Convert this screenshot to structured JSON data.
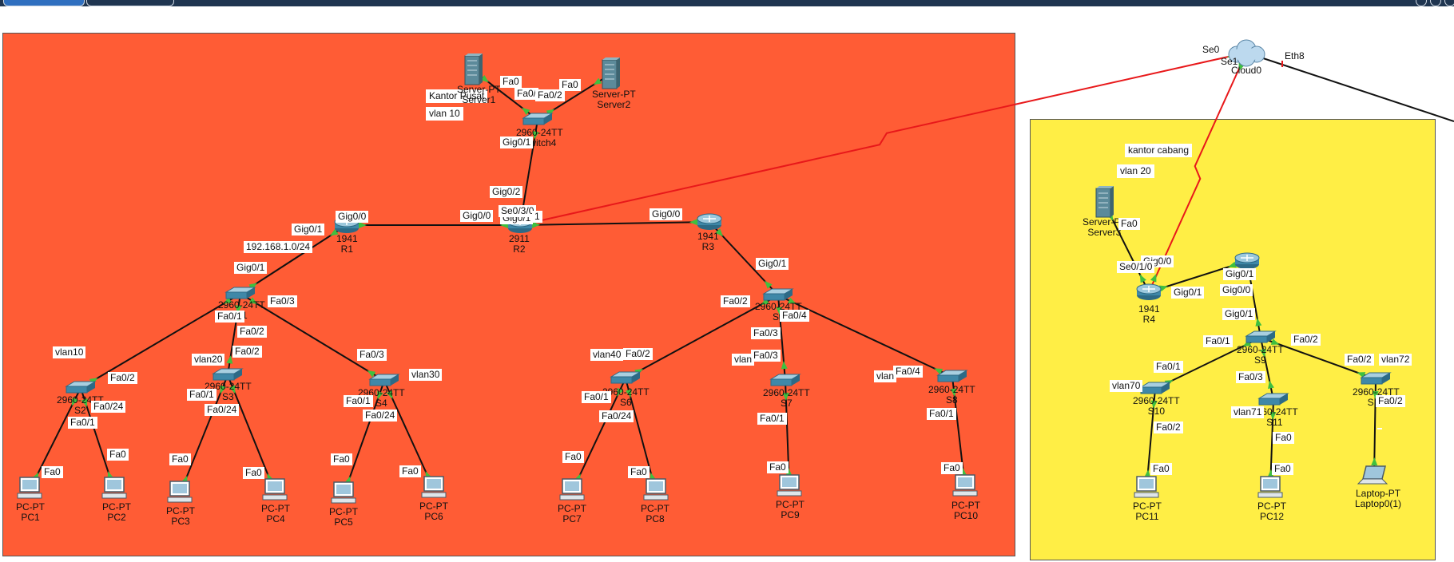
{
  "areas": [
    {
      "id": "pusat",
      "notes": [
        "Kantor Pusat",
        "vlan 10"
      ]
    },
    {
      "id": "cabang",
      "notes": [
        "kantor cabang",
        "vlan 20"
      ]
    }
  ],
  "devices": [
    {
      "id": "server1",
      "kind": "server",
      "lines": [
        "Server-PT",
        "Server1"
      ]
    },
    {
      "id": "server2",
      "kind": "server",
      "lines": [
        "Server-PT",
        "Server2"
      ]
    },
    {
      "id": "switch4",
      "kind": "switch",
      "lines": [
        "2960-24TT",
        "Switch4"
      ]
    },
    {
      "id": "r1",
      "kind": "router",
      "lines": [
        "1941",
        "R1"
      ]
    },
    {
      "id": "r2",
      "kind": "router",
      "lines": [
        "2911",
        "R2"
      ]
    },
    {
      "id": "r3",
      "kind": "router",
      "lines": [
        "1941",
        "R3"
      ]
    },
    {
      "id": "s1",
      "kind": "switch",
      "lines": [
        "2960-24TT",
        "S1"
      ]
    },
    {
      "id": "s2",
      "kind": "switch",
      "lines": [
        "2960-24TT",
        "S2"
      ]
    },
    {
      "id": "s3",
      "kind": "switch",
      "lines": [
        "2960-24TT",
        "S3"
      ]
    },
    {
      "id": "s4",
      "kind": "switch",
      "lines": [
        "2960-24TT",
        "S4"
      ]
    },
    {
      "id": "s5",
      "kind": "switch",
      "lines": [
        "2960-24TT",
        "S5"
      ]
    },
    {
      "id": "s6",
      "kind": "switch",
      "lines": [
        "2960-24TT",
        "S6"
      ]
    },
    {
      "id": "s7",
      "kind": "switch",
      "lines": [
        "2960-24TT",
        "S7"
      ]
    },
    {
      "id": "s8",
      "kind": "switch",
      "lines": [
        "2960-24TT",
        "S8"
      ]
    },
    {
      "id": "pc1",
      "kind": "pc",
      "lines": [
        "PC-PT",
        "PC1"
      ]
    },
    {
      "id": "pc2",
      "kind": "pc",
      "lines": [
        "PC-PT",
        "PC2"
      ]
    },
    {
      "id": "pc3",
      "kind": "pc",
      "lines": [
        "PC-PT",
        "PC3"
      ]
    },
    {
      "id": "pc4",
      "kind": "pc",
      "lines": [
        "PC-PT",
        "PC4"
      ]
    },
    {
      "id": "pc5",
      "kind": "pc",
      "lines": [
        "PC-PT",
        "PC5"
      ]
    },
    {
      "id": "pc6",
      "kind": "pc",
      "lines": [
        "PC-PT",
        "PC6"
      ]
    },
    {
      "id": "pc7",
      "kind": "pc",
      "lines": [
        "PC-PT",
        "PC7"
      ]
    },
    {
      "id": "pc8",
      "kind": "pc",
      "lines": [
        "PC-PT",
        "PC8"
      ]
    },
    {
      "id": "pc9",
      "kind": "pc",
      "lines": [
        "PC-PT",
        "PC9"
      ]
    },
    {
      "id": "pc10",
      "kind": "pc",
      "lines": [
        "PC-PT",
        "PC10"
      ]
    },
    {
      "id": "cloud0",
      "kind": "cloud",
      "lines": [
        "Cloud0"
      ]
    },
    {
      "id": "server3",
      "kind": "server",
      "lines": [
        "Server-PT",
        "Server3"
      ]
    },
    {
      "id": "r4",
      "kind": "router",
      "lines": [
        "1941",
        "R4"
      ]
    },
    {
      "id": "r5",
      "kind": "router",
      "lines": []
    },
    {
      "id": "s9",
      "kind": "switch",
      "lines": [
        "2960-24TT",
        "S9"
      ]
    },
    {
      "id": "s10",
      "kind": "switch",
      "lines": [
        "2960-24TT",
        "S10"
      ]
    },
    {
      "id": "s11",
      "kind": "switch",
      "lines": [
        "2960-24TT",
        "S11"
      ]
    },
    {
      "id": "s12",
      "kind": "switch",
      "lines": [
        "2960-24TT",
        "S12"
      ]
    },
    {
      "id": "pc11",
      "kind": "pc",
      "lines": [
        "PC-PT",
        "PC11"
      ]
    },
    {
      "id": "pc12",
      "kind": "pc",
      "lines": [
        "PC-PT",
        "PC12"
      ]
    },
    {
      "id": "laptop0",
      "kind": "laptop",
      "lines": [
        "Laptop-PT",
        "Laptop0(1)"
      ]
    }
  ],
  "links": [
    {
      "a": "server1",
      "b": "switch4",
      "type": "copper"
    },
    {
      "a": "server2",
      "b": "switch4",
      "type": "copper"
    },
    {
      "a": "switch4",
      "b": "r2",
      "type": "copper"
    },
    {
      "a": "r1",
      "b": "r2",
      "type": "copper"
    },
    {
      "a": "r2",
      "b": "r3",
      "type": "copper"
    },
    {
      "a": "r1",
      "b": "s1",
      "type": "copper"
    },
    {
      "a": "s1",
      "b": "s2",
      "type": "copper"
    },
    {
      "a": "s1",
      "b": "s3",
      "type": "copper"
    },
    {
      "a": "s1",
      "b": "s4",
      "type": "copper"
    },
    {
      "a": "s2",
      "b": "pc1",
      "type": "copper"
    },
    {
      "a": "s2",
      "b": "pc2",
      "type": "copper"
    },
    {
      "a": "s3",
      "b": "pc3",
      "type": "copper"
    },
    {
      "a": "s3",
      "b": "pc4",
      "type": "copper"
    },
    {
      "a": "s4",
      "b": "pc5",
      "type": "copper"
    },
    {
      "a": "s4",
      "b": "pc6",
      "type": "copper"
    },
    {
      "a": "r3",
      "b": "s5",
      "type": "copper"
    },
    {
      "a": "s5",
      "b": "s6",
      "type": "copper"
    },
    {
      "a": "s5",
      "b": "s7",
      "type": "copper"
    },
    {
      "a": "s5",
      "b": "s8",
      "type": "copper"
    },
    {
      "a": "s6",
      "b": "pc7",
      "type": "copper"
    },
    {
      "a": "s6",
      "b": "pc8",
      "type": "copper"
    },
    {
      "a": "s7",
      "b": "pc9",
      "type": "copper"
    },
    {
      "a": "s8",
      "b": "pc10",
      "type": "copper"
    },
    {
      "a": "r2",
      "b": "cloud0",
      "type": "serial"
    },
    {
      "a": "r4",
      "b": "cloud0",
      "type": "serial"
    },
    {
      "a": "cloud0",
      "b": "offpage",
      "type": "copper"
    },
    {
      "a": "server3",
      "b": "r4",
      "type": "copper"
    },
    {
      "a": "r4",
      "b": "r5",
      "type": "copper"
    },
    {
      "a": "r5",
      "b": "s9",
      "type": "copper"
    },
    {
      "a": "s9",
      "b": "s10",
      "type": "copper"
    },
    {
      "a": "s9",
      "b": "s11",
      "type": "copper"
    },
    {
      "a": "s9",
      "b": "s12",
      "type": "copper"
    },
    {
      "a": "s10",
      "b": "pc11",
      "type": "copper"
    },
    {
      "a": "s11",
      "b": "pc12",
      "type": "copper"
    },
    {
      "a": "s12",
      "b": "laptop0",
      "type": "copper"
    }
  ],
  "port_labels": [
    "Fa0",
    "Fa0",
    "Fa0/",
    "Fa0/2",
    "Gig0/1",
    "Gig0/2",
    "Gig0/0",
    "Gig0/1",
    "Gig0/0",
    "Se0/3/0",
    "1",
    "Gig0/0",
    "Gig0/1",
    "192.168.1.0/24",
    "Gig0/1",
    "Fa0/3",
    "Fa0/1",
    "Fa0/2",
    "Fa0/2",
    "Fa0/3",
    "Fa0/2",
    "Fa0/24",
    "Fa0/1",
    "Fa0/1",
    "Fa0/24",
    "Fa0/1",
    "Fa0/24",
    "Fa0",
    "Fa0",
    "Fa0",
    "Fa0",
    "Fa0",
    "Fa0",
    "Gig0/1",
    "Fa0/2",
    "Fa0/4",
    "Fa0/3",
    "Fa0/2",
    "Fa0/3",
    "Fa0/4",
    "Fa0/1",
    "Fa0/24",
    "Fa0/1",
    "Fa0/1",
    "Fa0",
    "Fa0",
    "Fa0",
    "Fa0",
    "Fa0",
    "Gig0/0",
    "Se0/1/0",
    "Gig0/1",
    "Gig0/1",
    "Gig0/0",
    "Gig0/1",
    "Fa0/1",
    "Fa0/2",
    "Fa0/3",
    "Fa0/1",
    "Fa0/2",
    "Fa0/2",
    "Fa0/2",
    "Fa0",
    "Fa0",
    "Fa0"
  ],
  "vlan_labels": [
    "vlan10",
    "vlan20",
    "vlan30",
    "vlan40",
    "vlan",
    "vlan",
    "vlan70",
    "vlan71",
    "vlan72"
  ],
  "cloud_ports": [
    "Se0",
    "Se1",
    "Eth8"
  ],
  "colors": {
    "pusat_bg": "#ff5c35",
    "cabang_bg": "#ffee45",
    "copper": "#111111",
    "serial": "#e8181a",
    "port_dot": "#3fbf3f",
    "topbar": "#1f3550"
  }
}
